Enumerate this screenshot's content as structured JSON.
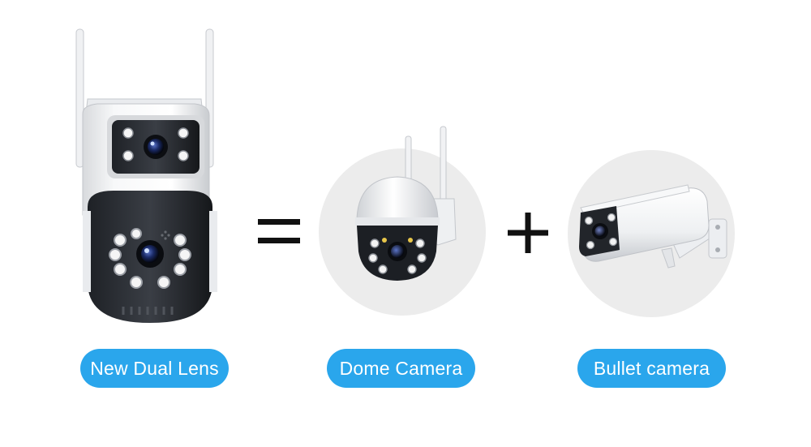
{
  "products": [
    {
      "label": "New Dual Lens"
    },
    {
      "label": "Dome Camera"
    },
    {
      "label": "Bullet camera"
    }
  ],
  "operators": [
    {
      "symbol": "equals",
      "glyph": "="
    },
    {
      "symbol": "plus",
      "glyph": "+"
    }
  ],
  "colors": {
    "pill": "#2aa6ec",
    "pill_text": "#ffffff",
    "circle_bg": "#ececec",
    "operator": "#111111"
  }
}
